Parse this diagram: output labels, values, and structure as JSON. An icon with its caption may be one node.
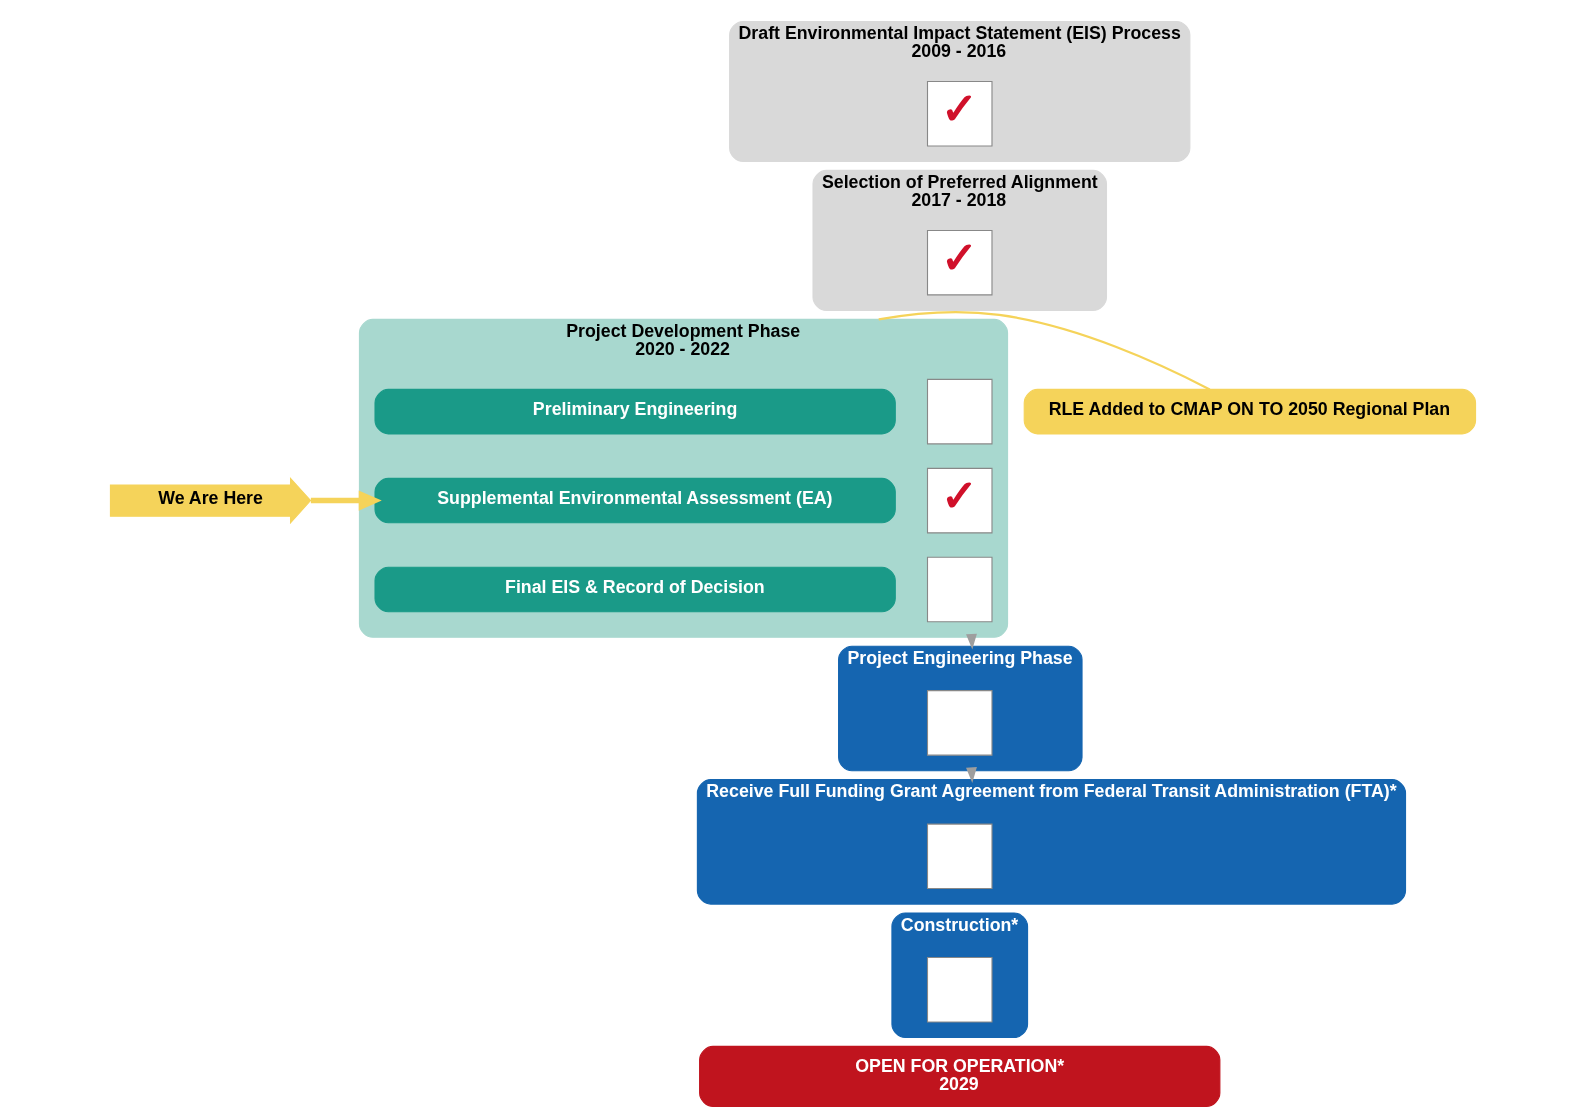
{
  "diagram": {
    "nodes": [
      {
        "text": [
          "Draft Environmental Impact Statement (EIS) Process",
          "2009 - 2016"
        ]
      },
      {
        "text": [
          "✓"
        ],
        "in": 0
      },
      {
        "text": [
          "Selection of Preferred Alignment",
          "2017 - 2018"
        ]
      },
      {
        "text": [
          "✓"
        ],
        "in": 2
      },
      {
        "text": [
          "Project Development Phase",
          "2020 - 2022"
        ]
      },
      {
        "text": [
          "Preliminary Engineering"
        ],
        "in": 4
      },
      {
        "text": [],
        "shape": "box",
        "in": 4
      },
      {
        "text": [
          "Supplemental Environmental Assessment (EA)"
        ],
        "in": 4
      },
      {
        "text": [
          "✓"
        ],
        "in": 4
      },
      {
        "text": [
          "Final EIS & Record of Decision"
        ],
        "in": 4
      },
      {
        "text": [],
        "shape": "box",
        "in": 4
      },
      {
        "text": [
          "Project Engineering Phase"
        ]
      },
      {
        "text": [],
        "shape": "box",
        "in": 11
      },
      {
        "text": [
          "Receive Full Funding Grant Agreement from Federal Transit Administration (FTA)*"
        ]
      },
      {
        "text": [],
        "shape": "box",
        "in": 13
      },
      {
        "text": [
          "Construction*"
        ]
      },
      {
        "text": [],
        "shape": "box",
        "in": 15
      },
      {
        "text": [
          "OPEN FOR OPERATION*",
          "2029"
        ]
      },
      {
        "text": [
          "We Are Here"
        ]
      },
      {
        "text": [
          "RLE Added to CMAP ON TO 2050 Regional Plan"
        ]
      }
    ],
    "edges": [
      {
        "from": 4,
        "to": 11,
        "arrow": "to"
      },
      {
        "from": 11,
        "to": 13,
        "arrow": "to"
      },
      {
        "from": 18,
        "to": 7,
        "arrow": "to",
        "style": "thick",
        "color": "#f5d35a"
      },
      {
        "from": 19,
        "to": 4,
        "arrow": "none",
        "color": "#f5d35a"
      }
    ]
  }
}
